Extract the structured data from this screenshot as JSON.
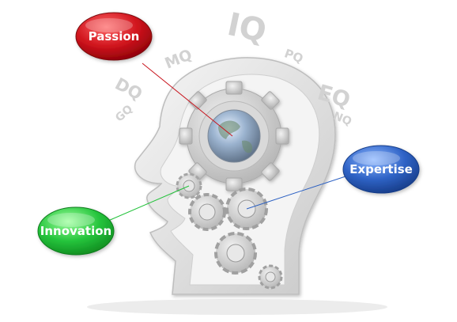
{
  "labels": {
    "passion": "Passion",
    "expertise": "Expertise",
    "innovation": "Innovation"
  },
  "quotients": [
    "IQ",
    "MQ",
    "PQ",
    "DQ",
    "GQ",
    "EQ",
    "NQ"
  ],
  "colors": {
    "passion": "#c8131c",
    "expertise": "#2a5fc2",
    "innovation": "#22c23a",
    "quotient_text": "#d2d2d2",
    "head_outline": "#e6e6e6",
    "gear": "#cfcfcf"
  },
  "icons": [
    "head-profile-icon",
    "globe-icon",
    "gear-icon"
  ]
}
